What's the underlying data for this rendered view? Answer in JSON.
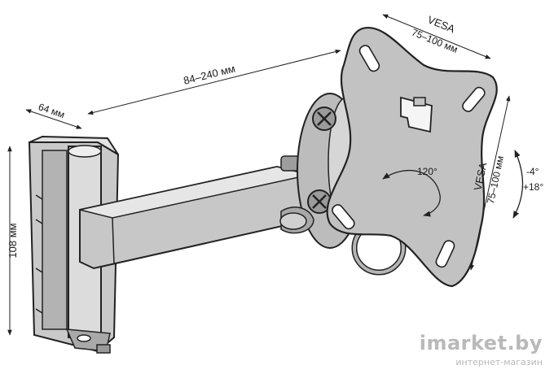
{
  "dimensions": {
    "depth": "64 мм",
    "extension": "84–240 мм",
    "height": "108 мм",
    "vesa_top_title": "VESA",
    "vesa_top_value": "75–100 мм",
    "vesa_side_title": "VESA",
    "vesa_side_value": "75–100 мм",
    "rotation": "120°",
    "tilt_up": "-4°",
    "tilt_down": "+18°"
  },
  "watermark": {
    "brand": "imarket.by",
    "tagline": "интернет-магазин"
  },
  "colors": {
    "metal_light": "#d9d9d9",
    "metal_mid": "#bdbdbd",
    "metal_dark": "#8a8a8a",
    "outline": "#222222",
    "watermark": "#b9b9b9"
  }
}
